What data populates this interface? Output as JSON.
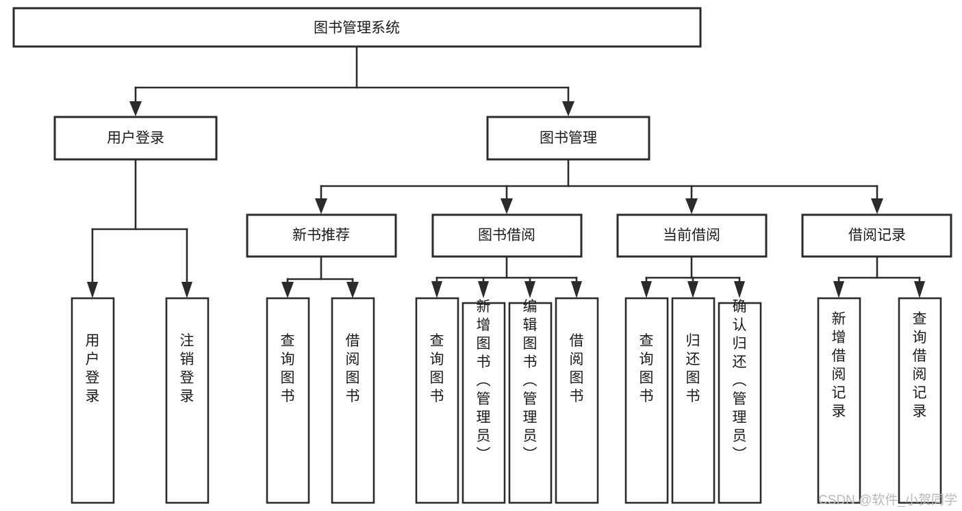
{
  "diagram": {
    "title": "图书管理系统",
    "type": "tree-hierarchy-flowchart",
    "root": {
      "label": "图书管理系统"
    },
    "level1": [
      {
        "label": "用户登录"
      },
      {
        "label": "图书管理"
      }
    ],
    "level2": [
      {
        "label": "新书推荐"
      },
      {
        "label": "图书借阅"
      },
      {
        "label": "当前借阅"
      },
      {
        "label": "借阅记录"
      }
    ],
    "leaves": {
      "user_login": [
        {
          "label": "用户登录"
        },
        {
          "label": "注销登录"
        }
      ],
      "new_book_recommend": [
        {
          "label": "查询图书"
        },
        {
          "label": "借阅图书"
        }
      ],
      "book_borrow": [
        {
          "label": "查询图书"
        },
        {
          "label": "新增图书（管理员）"
        },
        {
          "label": "编辑图书（管理员）"
        },
        {
          "label": "借阅图书"
        }
      ],
      "current_borrow": [
        {
          "label": "查询图书"
        },
        {
          "label": "归还图书"
        },
        {
          "label": "确认归还（管理员）"
        }
      ],
      "borrow_record": [
        {
          "label": "新增借阅记录"
        },
        {
          "label": "查询借阅记录"
        }
      ]
    },
    "watermark": "CSDN @软件_小贺同学",
    "colors": {
      "stroke": "#2b2b2b",
      "fill": "#ffffff",
      "text": "#1a1a1a",
      "watermark": "#b9b9b9"
    }
  }
}
